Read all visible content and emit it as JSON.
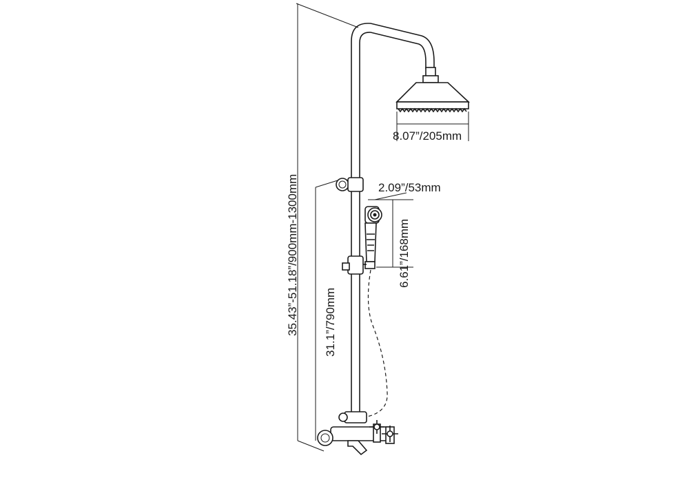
{
  "dimensions": {
    "head_diameter": "8.07”/205mm",
    "hand_shower_diameter": "2.09”/53mm",
    "hand_shower_length": "6.61”/168mm",
    "bracket_height": "31.1”/790mm",
    "total_height": "35.43”-51.18”/900mm-1300mm"
  }
}
